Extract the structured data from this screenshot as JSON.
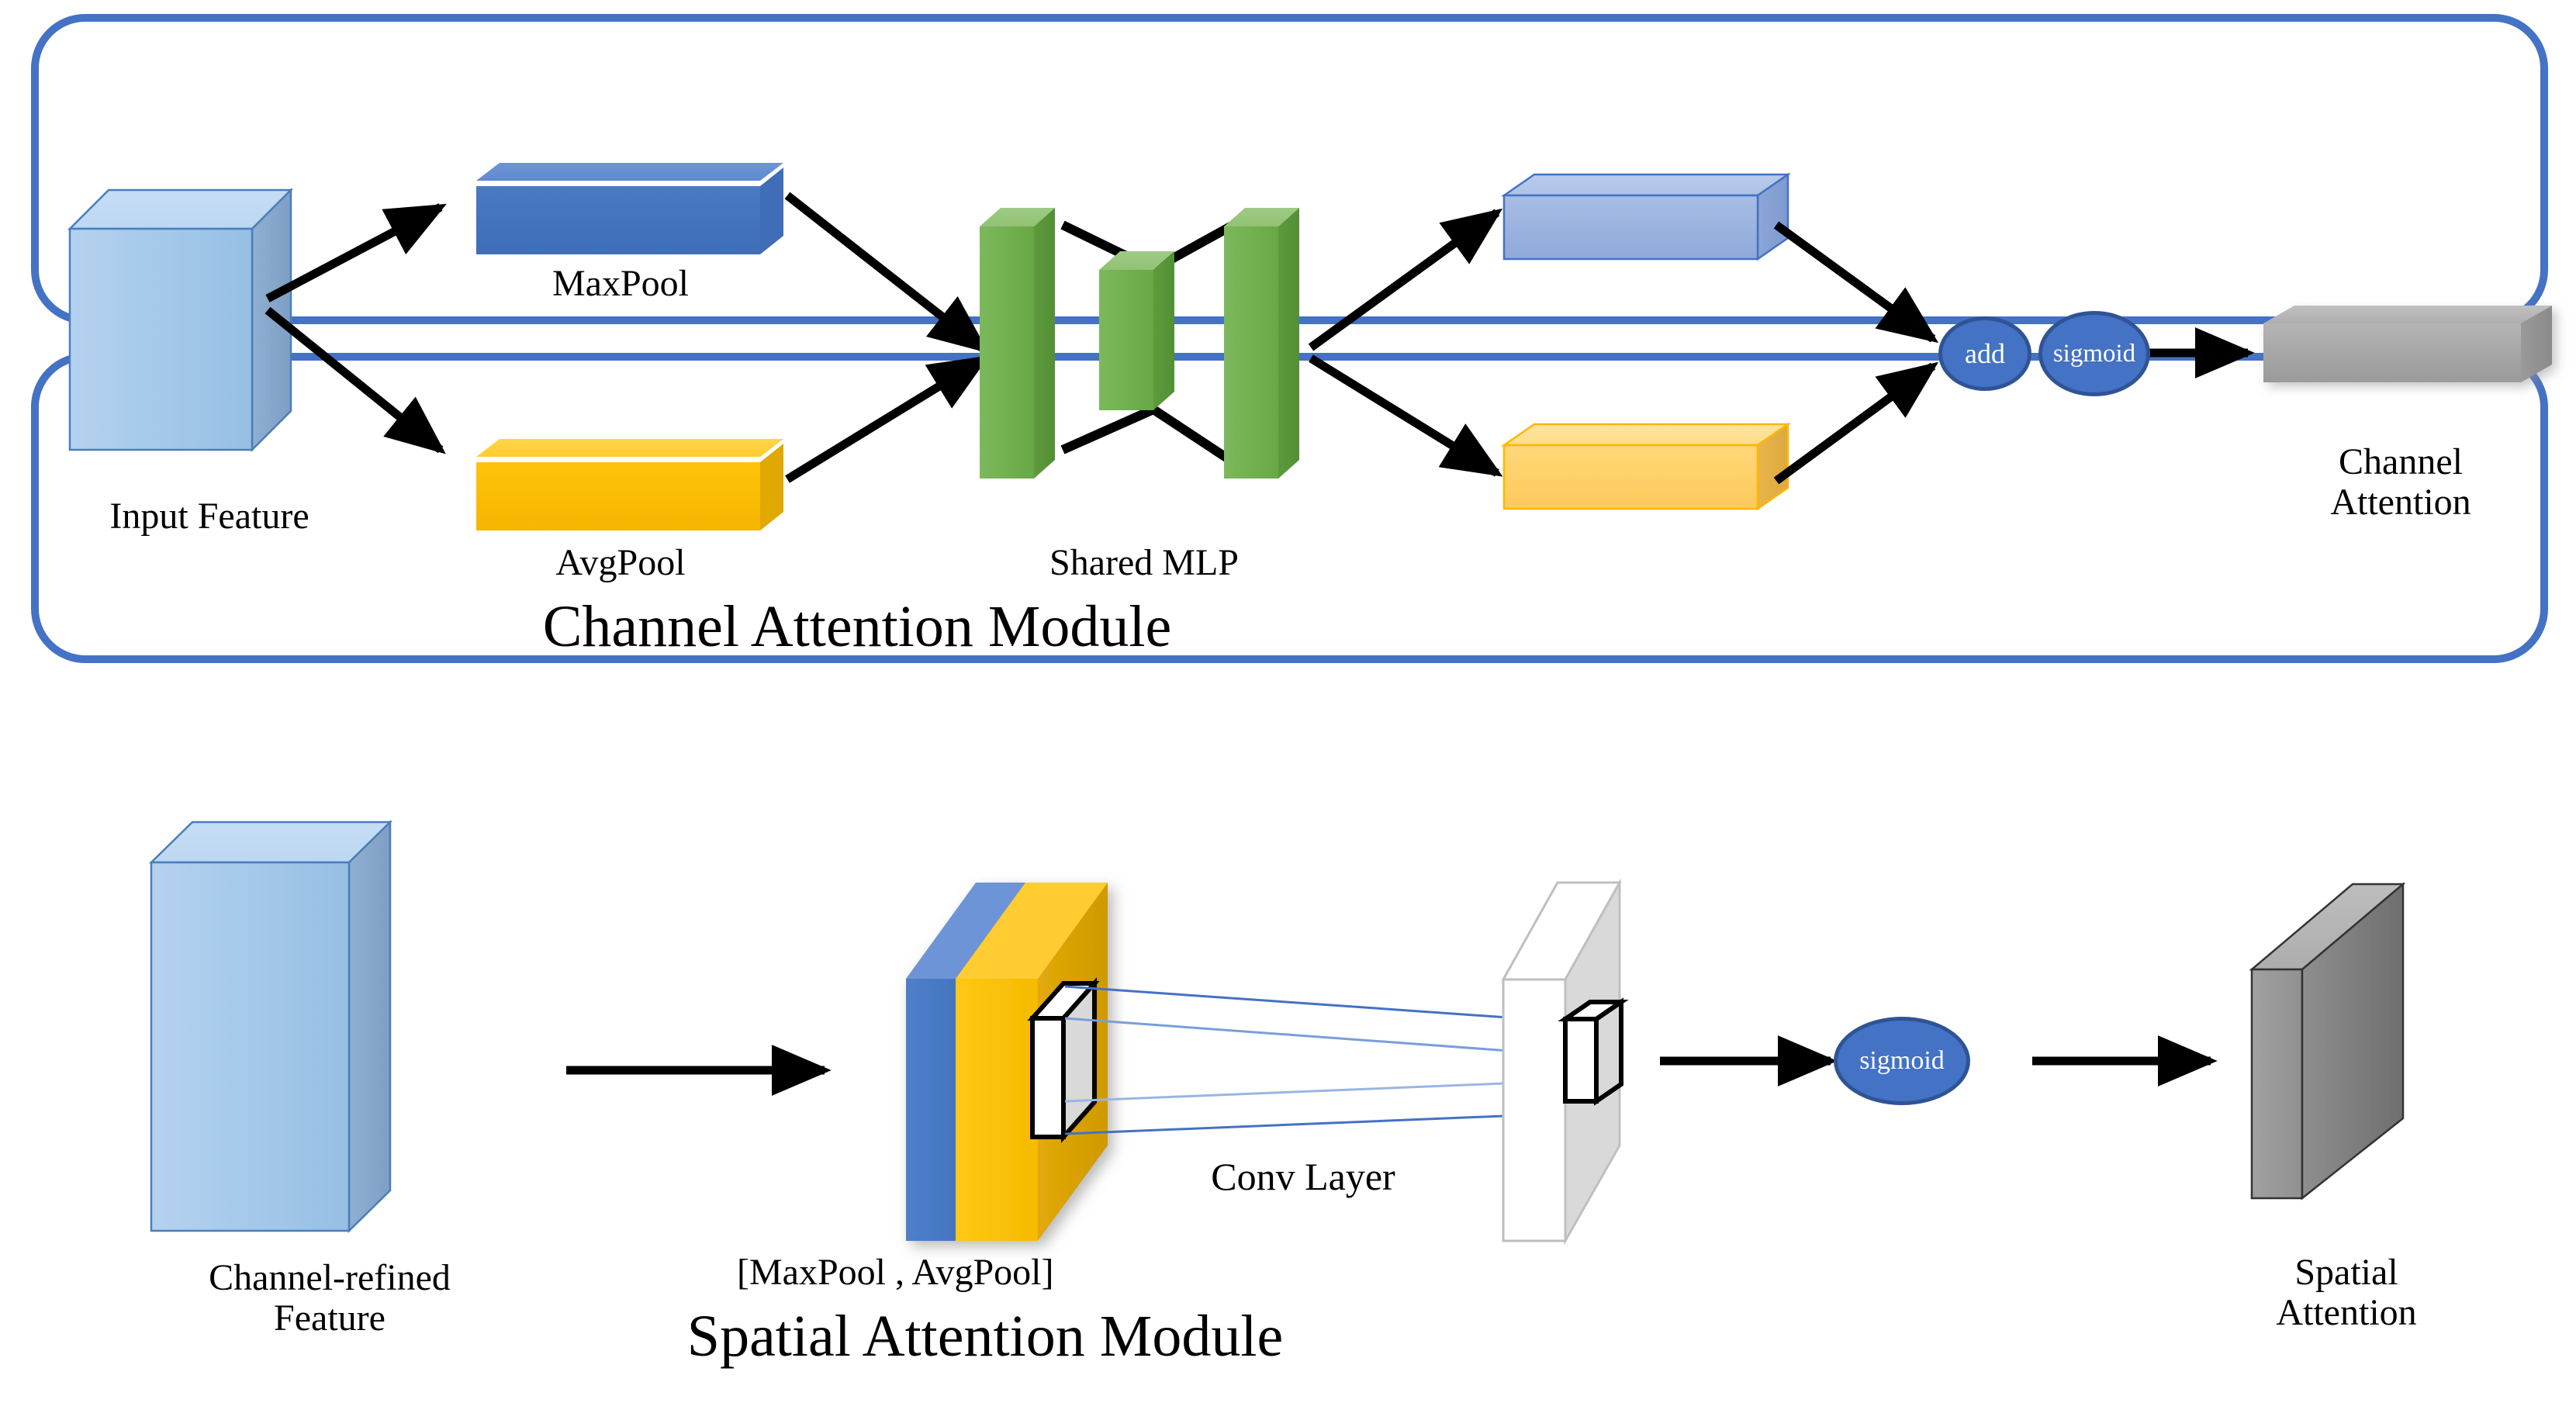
{
  "figure": {
    "type": "diagram",
    "subject": "CBAM attention module architecture",
    "background_color": "#ffffff"
  },
  "colors": {
    "frame_border": "#4472c4",
    "maxpool_bar": "#4472c4",
    "maxpool_bar_top": "#6e93d4",
    "avgpool_bar": "#ffc000",
    "avgpool_bar_top": "#ffd24d",
    "mlp_bar": "#70ad47",
    "mlp_bar_top": "#8dc36b",
    "out_blue_bar": "#8faadc",
    "out_orange_bar": "#ffd966",
    "feature_cube": "#9dc3e6",
    "attention_gray": "#a6a6a6",
    "spatial_attention_gray": "#7f7f7f",
    "ellipse_fill": "#4472c4",
    "ellipse_stroke": "#2f5496",
    "ellipse_text": "#ffffff",
    "conv_line": "#4472c4",
    "arrow": "#000000"
  },
  "channel_module": {
    "title": "Channel Attention Module",
    "nodes": {
      "input_feature": "Input Feature",
      "maxpool": "MaxPool",
      "avgpool": "AvgPool",
      "shared_mlp": "Shared MLP",
      "add": "add",
      "sigmoid": "sigmoid",
      "channel_attention": "Channel\nAttention"
    },
    "flow": [
      "Input Feature",
      "MaxPool / AvgPool",
      "Shared MLP",
      "add",
      "sigmoid",
      "Channel Attention"
    ]
  },
  "spatial_module": {
    "title": "Spatial Attention Module",
    "nodes": {
      "channel_refined_feature": "Channel-refined\nFeature",
      "pool_concat": "[MaxPool , AvgPool]",
      "conv_layer": "Conv Layer",
      "sigmoid": "sigmoid",
      "spatial_attention": "Spatial\nAttention"
    },
    "flow": [
      "Channel-refined Feature",
      "[MaxPool , AvgPool]",
      "Conv Layer",
      "sigmoid",
      "Spatial Attention"
    ]
  }
}
